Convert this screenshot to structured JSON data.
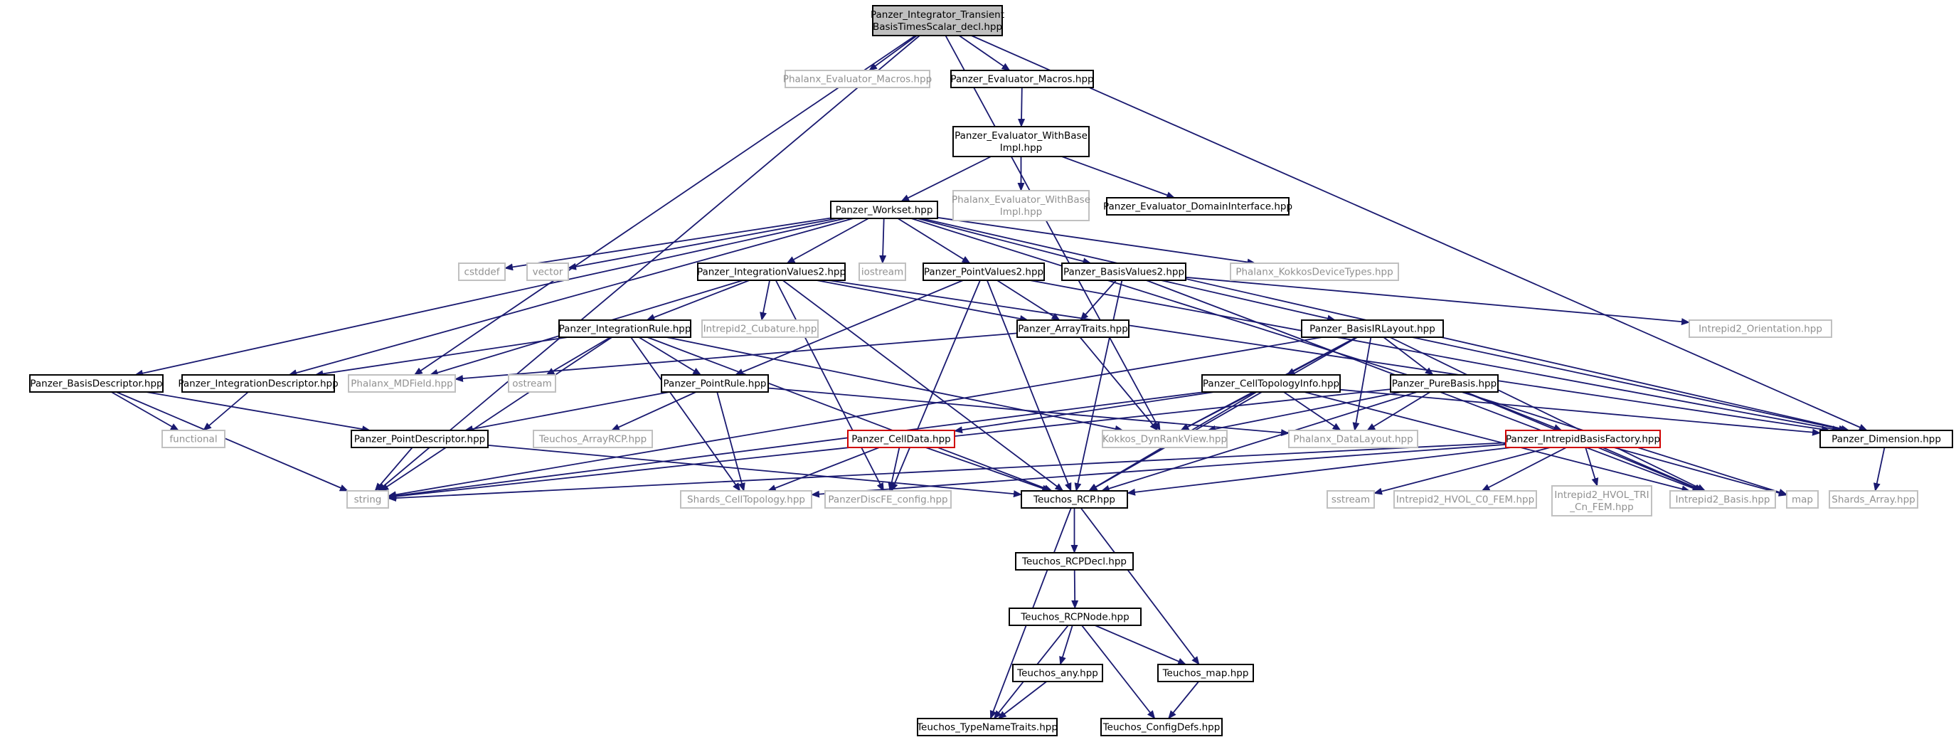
{
  "graph": {
    "colors": {
      "edge": "#191970",
      "documented_border": "#000000",
      "external_border": "#c0c0c0",
      "truncated_border": "#d00000",
      "root_fill": "#bfbfbf",
      "external_text": "#909090"
    },
    "nodes": [
      {
        "id": "root",
        "lines": [
          "Panzer_Integrator_Transient",
          "BasisTimesScalar_decl.hpp"
        ],
        "kind": "root"
      },
      {
        "id": "phx_macros",
        "lines": [
          "Phalanx_Evaluator_Macros.hpp"
        ],
        "kind": "ext"
      },
      {
        "id": "pz_macros",
        "lines": [
          "Panzer_Evaluator_Macros.hpp"
        ],
        "kind": "doc"
      },
      {
        "id": "pz_withbase",
        "lines": [
          "Panzer_Evaluator_WithBase",
          "Impl.hpp"
        ],
        "kind": "doc"
      },
      {
        "id": "phx_withbase",
        "lines": [
          "Phalanx_Evaluator_WithBase",
          "Impl.hpp"
        ],
        "kind": "ext"
      },
      {
        "id": "pz_domain",
        "lines": [
          "Panzer_Evaluator_DomainInterface.hpp"
        ],
        "kind": "doc"
      },
      {
        "id": "workset",
        "lines": [
          "Panzer_Workset.hpp"
        ],
        "kind": "doc"
      },
      {
        "id": "cstddef",
        "lines": [
          "cstddef"
        ],
        "kind": "ext"
      },
      {
        "id": "vector",
        "lines": [
          "vector"
        ],
        "kind": "ext"
      },
      {
        "id": "iostream",
        "lines": [
          "iostream"
        ],
        "kind": "ext"
      },
      {
        "id": "intvalues2",
        "lines": [
          "Panzer_IntegrationValues2.hpp"
        ],
        "kind": "doc"
      },
      {
        "id": "ptvalues2",
        "lines": [
          "Panzer_PointValues2.hpp"
        ],
        "kind": "doc"
      },
      {
        "id": "basisvalues2",
        "lines": [
          "Panzer_BasisValues2.hpp"
        ],
        "kind": "doc"
      },
      {
        "id": "phx_kokkos",
        "lines": [
          "Phalanx_KokkosDeviceTypes.hpp"
        ],
        "kind": "ext"
      },
      {
        "id": "intrep_cub",
        "lines": [
          "Intrepid2_Cubature.hpp"
        ],
        "kind": "ext"
      },
      {
        "id": "intrep_orient",
        "lines": [
          "Intrepid2_Orientation.hpp"
        ],
        "kind": "ext"
      },
      {
        "id": "intrule",
        "lines": [
          "Panzer_IntegrationRule.hpp"
        ],
        "kind": "doc"
      },
      {
        "id": "arraytraits",
        "lines": [
          "Panzer_ArrayTraits.hpp"
        ],
        "kind": "doc"
      },
      {
        "id": "basisirlayout",
        "lines": [
          "Panzer_BasisIRLayout.hpp"
        ],
        "kind": "doc"
      },
      {
        "id": "basisdesc",
        "lines": [
          "Panzer_BasisDescriptor.hpp"
        ],
        "kind": "doc"
      },
      {
        "id": "intdesc",
        "lines": [
          "Panzer_IntegrationDescriptor.hpp"
        ],
        "kind": "doc"
      },
      {
        "id": "mdfield",
        "lines": [
          "Phalanx_MDField.hpp"
        ],
        "kind": "ext"
      },
      {
        "id": "ostream",
        "lines": [
          "ostream"
        ],
        "kind": "ext"
      },
      {
        "id": "ptrule",
        "lines": [
          "Panzer_PointRule.hpp"
        ],
        "kind": "doc"
      },
      {
        "id": "celltopoinfo",
        "lines": [
          "Panzer_CellTopologyInfo.hpp"
        ],
        "kind": "doc"
      },
      {
        "id": "purebasis",
        "lines": [
          "Panzer_PureBasis.hpp"
        ],
        "kind": "doc"
      },
      {
        "id": "functional",
        "lines": [
          "functional"
        ],
        "kind": "ext"
      },
      {
        "id": "ptdesc",
        "lines": [
          "Panzer_PointDescriptor.hpp"
        ],
        "kind": "doc"
      },
      {
        "id": "teuchos_arrayrcp",
        "lines": [
          "Teuchos_ArrayRCP.hpp"
        ],
        "kind": "ext"
      },
      {
        "id": "celldata",
        "lines": [
          "Panzer_CellData.hpp"
        ],
        "kind": "trunc"
      },
      {
        "id": "kokkos_dyn",
        "lines": [
          "Kokkos_DynRankView.hpp"
        ],
        "kind": "ext"
      },
      {
        "id": "phx_datalayout",
        "lines": [
          "Phalanx_DataLayout.hpp"
        ],
        "kind": "ext"
      },
      {
        "id": "basisfactory",
        "lines": [
          "Panzer_IntrepidBasisFactory.hpp"
        ],
        "kind": "trunc"
      },
      {
        "id": "dimension",
        "lines": [
          "Panzer_Dimension.hpp"
        ],
        "kind": "doc"
      },
      {
        "id": "string",
        "lines": [
          "string"
        ],
        "kind": "ext"
      },
      {
        "id": "shards_celltopo",
        "lines": [
          "Shards_CellTopology.hpp"
        ],
        "kind": "ext"
      },
      {
        "id": "discfe_config",
        "lines": [
          "PanzerDiscFE_config.hpp"
        ],
        "kind": "ext"
      },
      {
        "id": "teuchos_rcp",
        "lines": [
          "Teuchos_RCP.hpp"
        ],
        "kind": "doc"
      },
      {
        "id": "sstream",
        "lines": [
          "sstream"
        ],
        "kind": "ext"
      },
      {
        "id": "intrep_hvol_c0",
        "lines": [
          "Intrepid2_HVOL_C0_FEM.hpp"
        ],
        "kind": "ext"
      },
      {
        "id": "intrep_hvol_tri",
        "lines": [
          "Intrepid2_HVOL_TRI",
          "_Cn_FEM.hpp"
        ],
        "kind": "ext"
      },
      {
        "id": "intrep_basis",
        "lines": [
          "Intrepid2_Basis.hpp"
        ],
        "kind": "ext"
      },
      {
        "id": "map",
        "lines": [
          "map"
        ],
        "kind": "ext"
      },
      {
        "id": "shards_array",
        "lines": [
          "Shards_Array.hpp"
        ],
        "kind": "ext"
      },
      {
        "id": "rcpdecl",
        "lines": [
          "Teuchos_RCPDecl.hpp"
        ],
        "kind": "doc"
      },
      {
        "id": "rcpnode",
        "lines": [
          "Teuchos_RCPNode.hpp"
        ],
        "kind": "doc"
      },
      {
        "id": "teuchos_any",
        "lines": [
          "Teuchos_any.hpp"
        ],
        "kind": "doc"
      },
      {
        "id": "teuchos_map",
        "lines": [
          "Teuchos_map.hpp"
        ],
        "kind": "doc"
      },
      {
        "id": "typenametraits",
        "lines": [
          "Teuchos_TypeNameTraits.hpp"
        ],
        "kind": "doc"
      },
      {
        "id": "configdefs",
        "lines": [
          "Teuchos_ConfigDefs.hpp"
        ],
        "kind": "doc"
      }
    ],
    "edges": [
      [
        "root",
        "phx_macros"
      ],
      [
        "root",
        "pz_macros"
      ],
      [
        "root",
        "string"
      ],
      [
        "root",
        "mdfield"
      ],
      [
        "root",
        "kokkos_dyn"
      ],
      [
        "root",
        "dimension"
      ],
      [
        "pz_macros",
        "pz_withbase"
      ],
      [
        "pz_withbase",
        "workset"
      ],
      [
        "pz_withbase",
        "phx_withbase"
      ],
      [
        "pz_withbase",
        "pz_domain"
      ],
      [
        "workset",
        "cstddef"
      ],
      [
        "workset",
        "vector"
      ],
      [
        "workset",
        "iostream"
      ],
      [
        "workset",
        "intvalues2"
      ],
      [
        "workset",
        "ptvalues2"
      ],
      [
        "workset",
        "basisvalues2"
      ],
      [
        "workset",
        "phx_kokkos"
      ],
      [
        "workset",
        "basisdesc"
      ],
      [
        "workset",
        "intdesc"
      ],
      [
        "workset",
        "map"
      ],
      [
        "workset",
        "dimension"
      ],
      [
        "intvalues2",
        "intrule"
      ],
      [
        "intvalues2",
        "intrep_cub"
      ],
      [
        "intvalues2",
        "arraytraits"
      ],
      [
        "intvalues2",
        "mdfield"
      ],
      [
        "intvalues2",
        "discfe_config"
      ],
      [
        "intvalues2",
        "teuchos_rcp"
      ],
      [
        "intvalues2",
        "dimension"
      ],
      [
        "ptvalues2",
        "ptrule"
      ],
      [
        "ptvalues2",
        "arraytraits"
      ],
      [
        "ptvalues2",
        "teuchos_rcp"
      ],
      [
        "ptvalues2",
        "discfe_config"
      ],
      [
        "ptvalues2",
        "dimension"
      ],
      [
        "basisvalues2",
        "arraytraits"
      ],
      [
        "basisvalues2",
        "basisirlayout"
      ],
      [
        "basisvalues2",
        "intrep_orient"
      ],
      [
        "basisvalues2",
        "intrep_basis"
      ],
      [
        "basisvalues2",
        "teuchos_rcp"
      ],
      [
        "intrule",
        "intdesc"
      ],
      [
        "intrule",
        "ptrule"
      ],
      [
        "intrule",
        "ostream"
      ],
      [
        "intrule",
        "string"
      ],
      [
        "intrule",
        "kokkos_dyn"
      ],
      [
        "intrule",
        "shards_celltopo"
      ],
      [
        "intrule",
        "teuchos_rcp"
      ],
      [
        "arraytraits",
        "kokkos_dyn"
      ],
      [
        "arraytraits",
        "mdfield"
      ],
      [
        "basisirlayout",
        "celltopoinfo"
      ],
      [
        "basisirlayout",
        "purebasis"
      ],
      [
        "basisirlayout",
        "kokkos_dyn"
      ],
      [
        "basisirlayout",
        "phx_datalayout"
      ],
      [
        "basisirlayout",
        "string"
      ],
      [
        "basisirlayout",
        "teuchos_rcp"
      ],
      [
        "basisirlayout",
        "dimension"
      ],
      [
        "basisirlayout",
        "intrep_basis"
      ],
      [
        "basisdesc",
        "functional"
      ],
      [
        "basisdesc",
        "string"
      ],
      [
        "basisdesc",
        "ptdesc"
      ],
      [
        "intdesc",
        "functional"
      ],
      [
        "ptrule",
        "ptdesc"
      ],
      [
        "ptrule",
        "teuchos_arrayrcp"
      ],
      [
        "ptrule",
        "shards_celltopo"
      ],
      [
        "ptrule",
        "phx_datalayout"
      ],
      [
        "celltopoinfo",
        "celldata"
      ],
      [
        "celltopoinfo",
        "kokkos_dyn"
      ],
      [
        "celltopoinfo",
        "phx_datalayout"
      ],
      [
        "celltopoinfo",
        "string"
      ],
      [
        "celltopoinfo",
        "teuchos_rcp"
      ],
      [
        "celltopoinfo",
        "dimension"
      ],
      [
        "celltopoinfo",
        "intrep_basis"
      ],
      [
        "purebasis",
        "basisfactory"
      ],
      [
        "purebasis",
        "kokkos_dyn"
      ],
      [
        "purebasis",
        "phx_datalayout"
      ],
      [
        "purebasis",
        "teuchos_rcp"
      ],
      [
        "purebasis",
        "intrep_basis"
      ],
      [
        "purebasis",
        "string"
      ],
      [
        "ptdesc",
        "string"
      ],
      [
        "ptdesc",
        "teuchos_rcp"
      ],
      [
        "celldata",
        "shards_celltopo"
      ],
      [
        "celldata",
        "discfe_config"
      ],
      [
        "celldata",
        "teuchos_rcp"
      ],
      [
        "basisfactory",
        "string"
      ],
      [
        "basisfactory",
        "shards_celltopo"
      ],
      [
        "basisfactory",
        "teuchos_rcp"
      ],
      [
        "basisfactory",
        "sstream"
      ],
      [
        "basisfactory",
        "intrep_hvol_c0"
      ],
      [
        "basisfactory",
        "intrep_hvol_tri"
      ],
      [
        "basisfactory",
        "intrep_basis"
      ],
      [
        "basisfactory",
        "map"
      ],
      [
        "dimension",
        "shards_array"
      ],
      [
        "teuchos_rcp",
        "rcpdecl"
      ],
      [
        "teuchos_rcp",
        "typenametraits"
      ],
      [
        "teuchos_rcp",
        "teuchos_map"
      ],
      [
        "rcpdecl",
        "rcpnode"
      ],
      [
        "rcpnode",
        "teuchos_any"
      ],
      [
        "rcpnode",
        "typenametraits"
      ],
      [
        "rcpnode",
        "configdefs"
      ],
      [
        "rcpnode",
        "teuchos_map"
      ],
      [
        "teuchos_any",
        "typenametraits"
      ],
      [
        "teuchos_map",
        "configdefs"
      ]
    ]
  }
}
